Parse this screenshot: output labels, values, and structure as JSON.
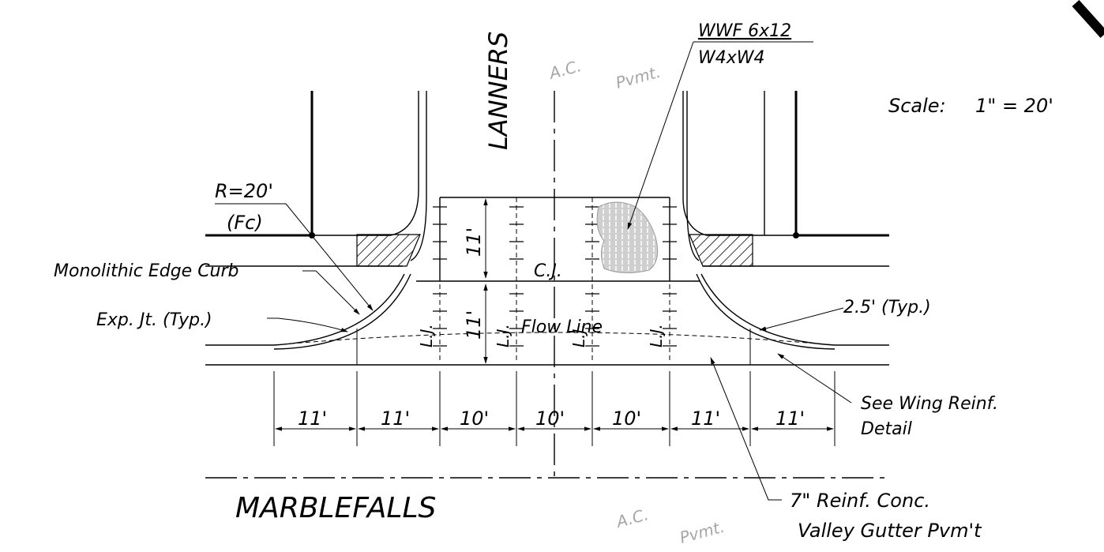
{
  "streets": {
    "north": "LANNERS",
    "south": "MARBLEFALLS"
  },
  "scale": {
    "label": "Scale:",
    "value": "1\" = 20'"
  },
  "wwf": {
    "line1": "WWF 6x12",
    "line2": "W4xW4"
  },
  "radius": {
    "value": "R=20'",
    "note": "(Fc)"
  },
  "callouts": {
    "edge_curb": "Monolithic Edge Curb",
    "exp_jt": "Exp. Jt. (Typ.)",
    "typ_25": "2.5' (Typ.)",
    "cj": "C.J.",
    "flow_line": "Flow Line",
    "see_wing_1": "See Wing Reinf.",
    "see_wing_2": "Detail",
    "valley_1": "7\" Reinf. Conc.",
    "valley_2": "Valley Gutter Pvm't"
  },
  "pavement": {
    "ac": "A.C.",
    "pvmt": "Pvmt."
  },
  "joint_label": "L.J.",
  "vertical_dims": [
    "11'",
    "11'"
  ],
  "horizontal_dims": [
    "11'",
    "11'",
    "10'",
    "10'",
    "10'",
    "11'",
    "11'"
  ]
}
